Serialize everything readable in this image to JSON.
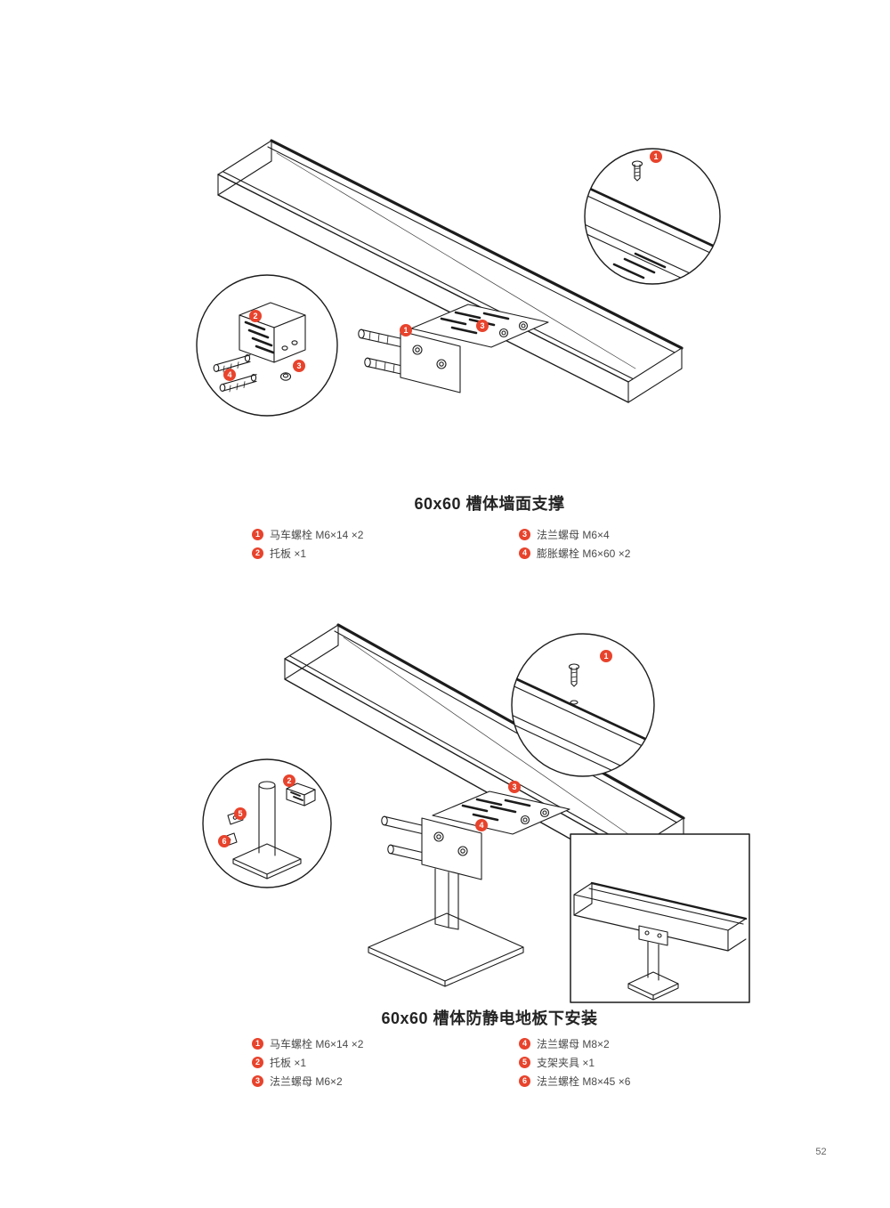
{
  "page_number": "52",
  "colors": {
    "marker": "#e8432c",
    "line": "#1c1c1c"
  },
  "section1": {
    "title": "60x60 槽体墙面支撑",
    "markers": {
      "callout_top": "1",
      "callout_plate": "2",
      "callout_anchor": "4",
      "callout_nut": "3",
      "assembly_bolt": "1",
      "assembly_nut": "3"
    },
    "parts_left": [
      {
        "num": "1",
        "label": "马车螺栓 M6×14 ×2"
      },
      {
        "num": "2",
        "label": "托板 ×1"
      }
    ],
    "parts_right": [
      {
        "num": "3",
        "label": "法兰螺母 M6×4"
      },
      {
        "num": "4",
        "label": "膨胀螺栓 M6×60 ×2"
      }
    ]
  },
  "section2": {
    "title": "60x60 槽体防静电地板下安装",
    "markers": {
      "callout_top": "1",
      "callout_plate": "2",
      "callout_clamp": "5",
      "callout_bolt": "6",
      "assembly_nut_m6": "3",
      "assembly_nut_m8": "4"
    },
    "parts_left": [
      {
        "num": "1",
        "label": "马车螺栓 M6×14 ×2"
      },
      {
        "num": "2",
        "label": "托板 ×1"
      },
      {
        "num": "3",
        "label": "法兰螺母 M6×2"
      }
    ],
    "parts_right": [
      {
        "num": "4",
        "label": "法兰螺母 M8×2"
      },
      {
        "num": "5",
        "label": "支架夹具 ×1"
      },
      {
        "num": "6",
        "label": "法兰螺栓 M8×45 ×6"
      }
    ]
  }
}
